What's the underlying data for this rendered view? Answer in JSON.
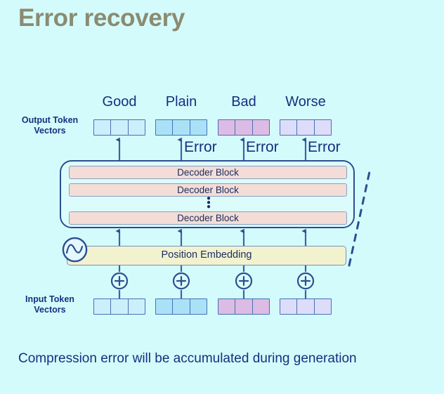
{
  "slide": {
    "title": "Error recovery",
    "background_color": "#d4fbfb",
    "title_color": "#8a8b72",
    "text_color": "#15307e",
    "caption": "Compression error will be accumulated during generation"
  },
  "labels": {
    "output_vectors_line1": "Output Token",
    "output_vectors_line2": "Vectors",
    "input_vectors_line1": "Input Token",
    "input_vectors_line2": "Vectors"
  },
  "columns": [
    {
      "label": "Good",
      "color": "#cbf0fb",
      "cells": 3
    },
    {
      "label": "Plain",
      "color": "#a9e2f7",
      "cells": 3
    },
    {
      "label": "Bad",
      "color": "#dcbce4",
      "cells": 3
    },
    {
      "label": "Worse",
      "color": "#ddddfa",
      "cells": 3
    }
  ],
  "errors": [
    {
      "label": "Error"
    },
    {
      "label": "Error"
    },
    {
      "label": "Error"
    }
  ],
  "decoder": {
    "blocks": [
      {
        "label": "Decoder Block"
      },
      {
        "label": "Decoder Block"
      },
      {
        "label": "Decoder Block"
      }
    ],
    "ellipsis": "⋮",
    "block_color": "#f4ddd6",
    "border_color": "#2b4f91"
  },
  "position_embedding": {
    "label": "Position Embedding",
    "color": "#f2f2cf",
    "icon": "sine-wave-circle-icon"
  },
  "adders": [
    {
      "symbol": "+"
    },
    {
      "symbol": "+"
    },
    {
      "symbol": "+"
    },
    {
      "symbol": "+"
    }
  ]
}
